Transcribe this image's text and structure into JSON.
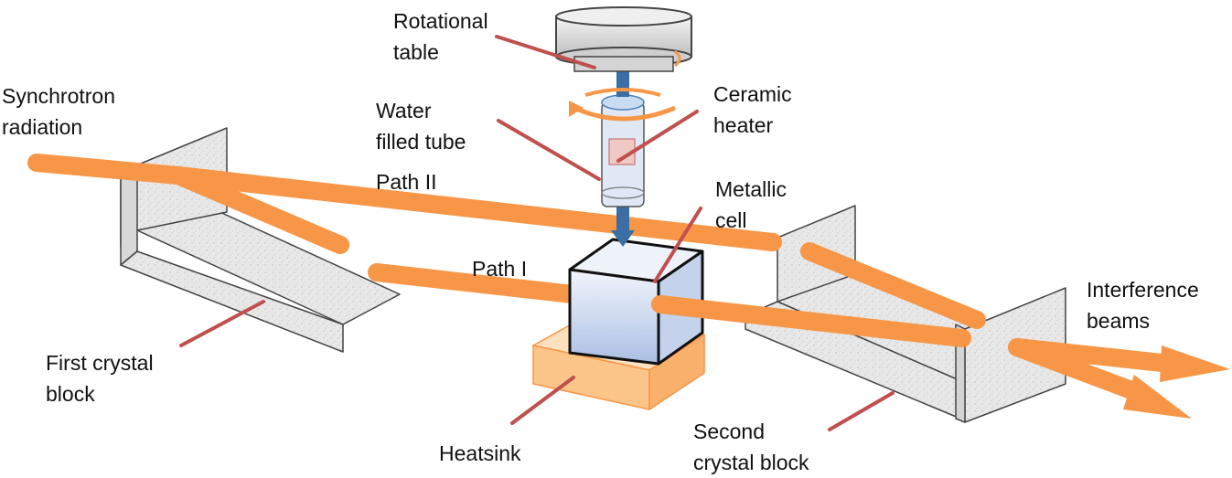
{
  "labels": {
    "synchrotron_line1": "Synchrotron",
    "synchrotron_line2": "radiation",
    "rotational_line1": "Rotational",
    "rotational_line2": "table",
    "water_line1": "Water",
    "water_line2": "filled tube",
    "ceramic_line1": "Ceramic",
    "ceramic_line2": "heater",
    "metallic_line1": "Metallic",
    "metallic_line2": "cell",
    "path_two": "Path II",
    "path_one": "Path I",
    "interference_line1": "Interference",
    "interference_line2": "beams",
    "first_block_line1": "First crystal",
    "first_block_line2": "block",
    "heatsink": "Heatsink",
    "second_block_line1": "Second",
    "second_block_line2": "crystal block"
  },
  "colors": {
    "beam": "#f79646",
    "leader": "#c0504d",
    "crystal_face": "#e6e6e6",
    "crystal_edge": "#444444",
    "cell_face": "#d9e3f3",
    "heatsink": "#fbc58a",
    "shaft": "#3a6ea5",
    "table": "#d9d9d9"
  }
}
